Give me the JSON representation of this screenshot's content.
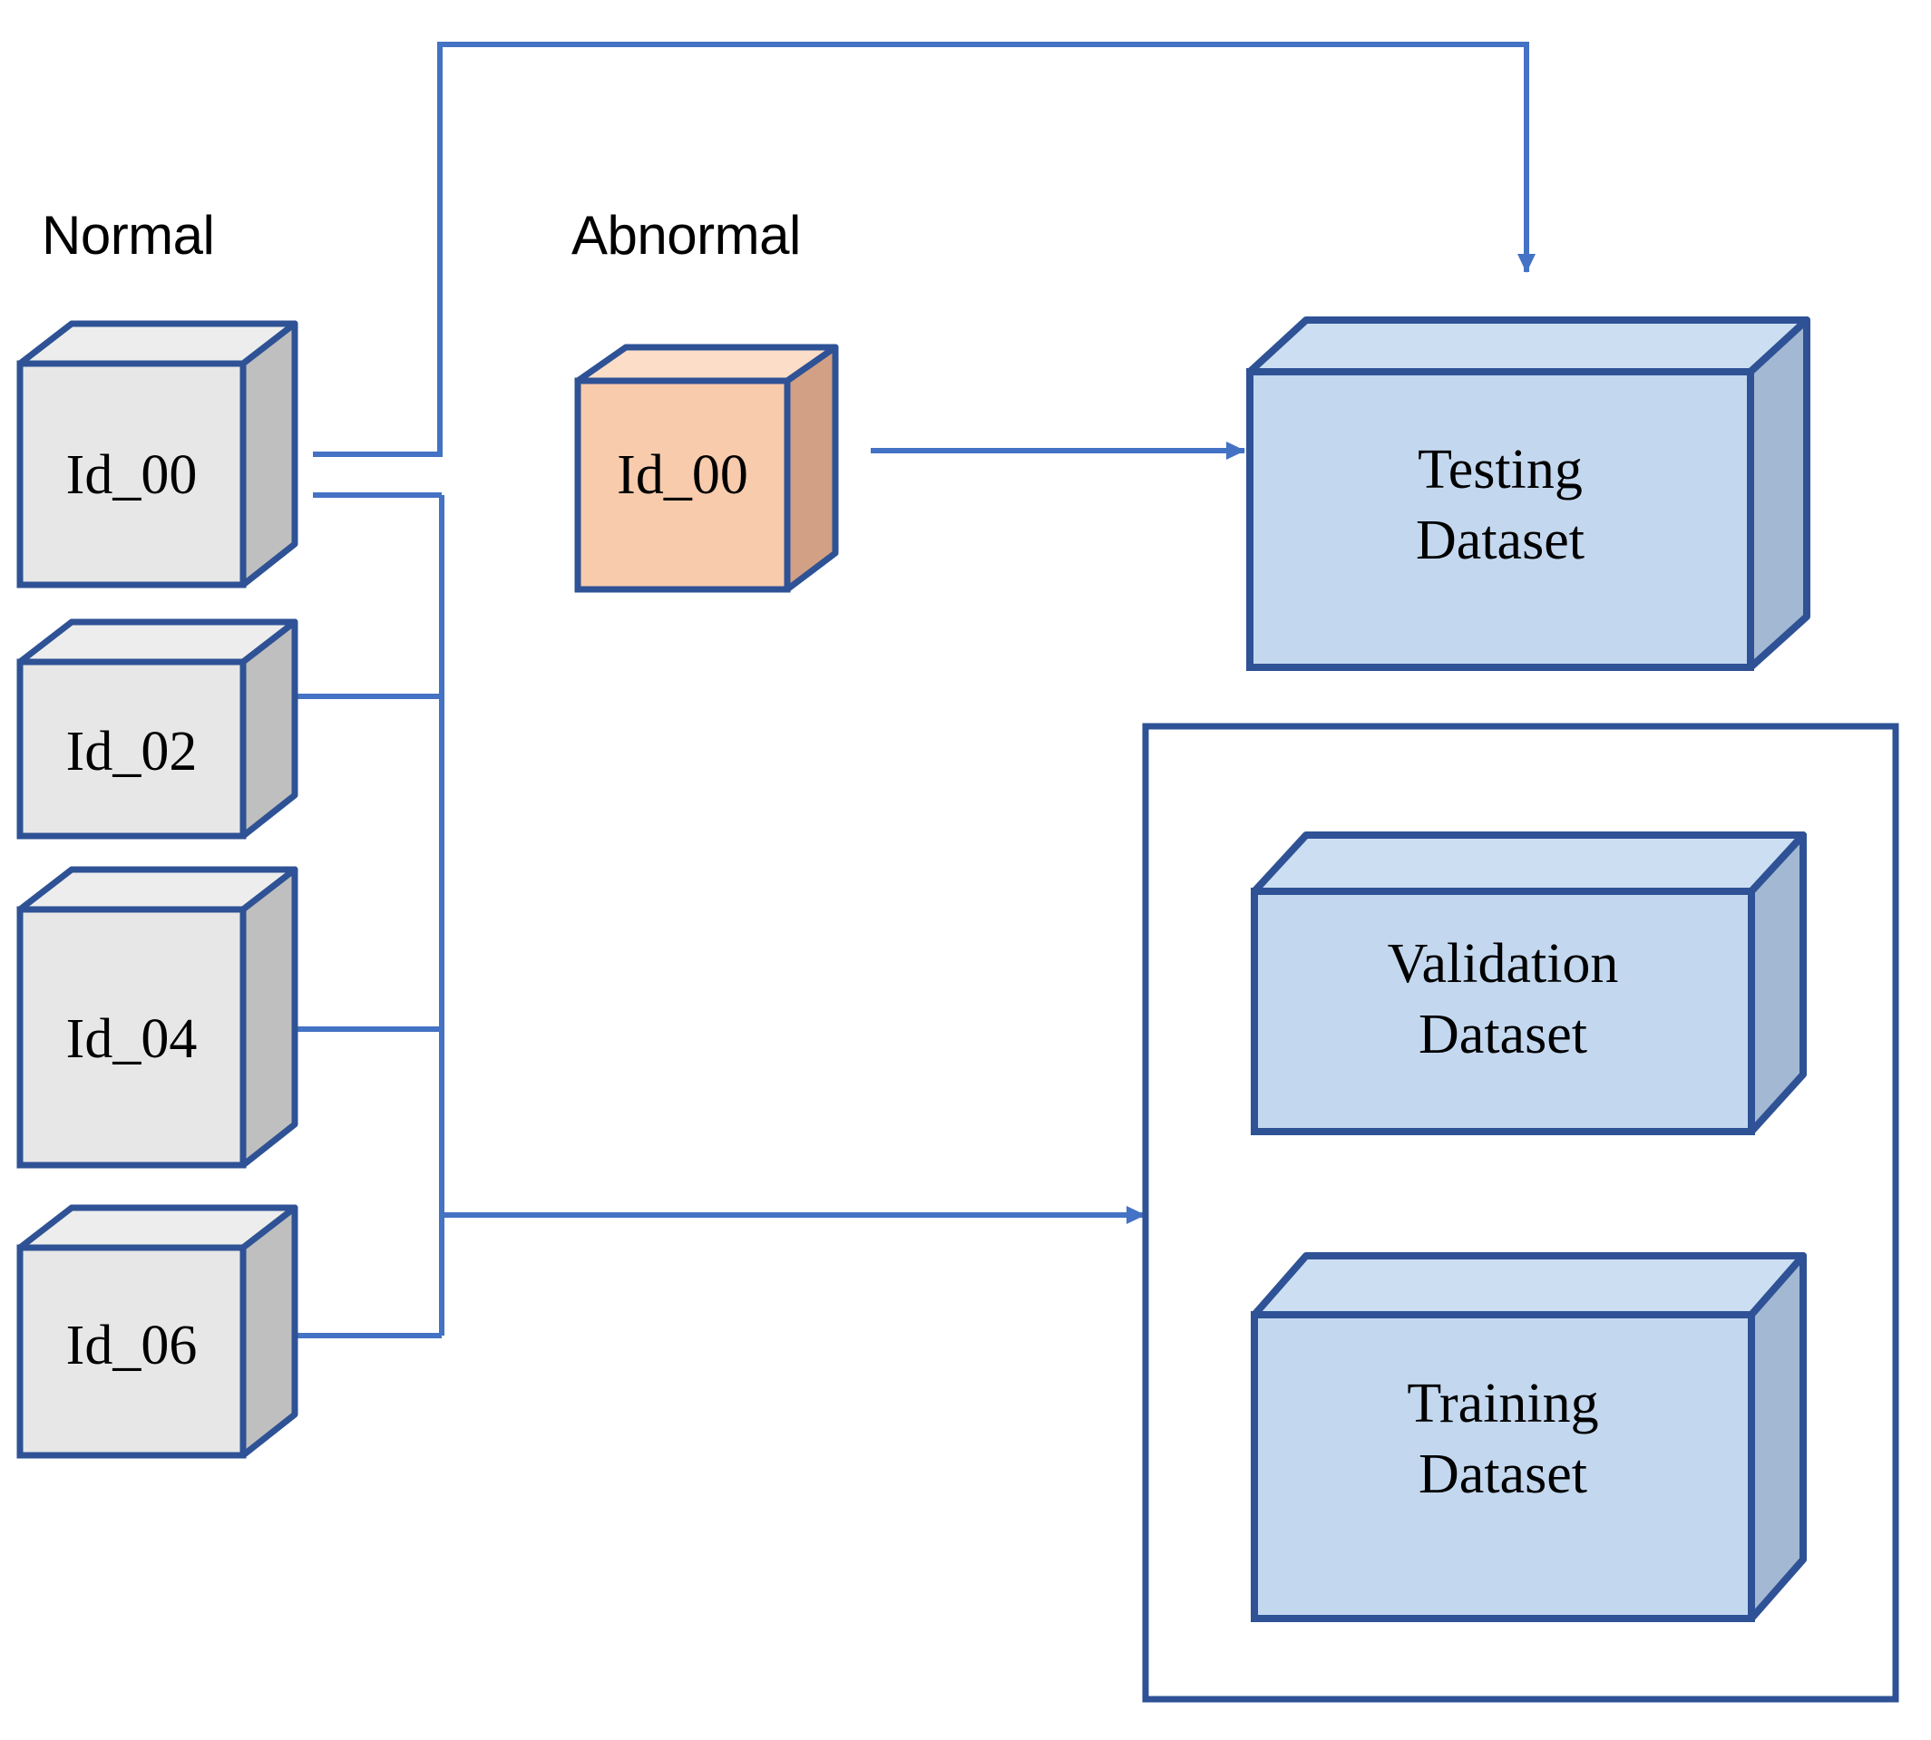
{
  "diagram": {
    "title_normal": "Normal",
    "title_abnormal": "Abnormal",
    "colors": {
      "cube_stroke": "#2E5295",
      "cube_gray_front": "#E7E7E7",
      "cube_gray_side": "#BFBFBF",
      "cube_gray_top": "#EDEDED",
      "cube_orange_front": "#F8CBAD",
      "cube_orange_side": "#D2A085",
      "cube_orange_top": "#FBDDC8",
      "cube_blue_front": "#C3D8EF",
      "cube_blue_side": "#A3B8D2",
      "cube_blue_top": "#CCDEF2",
      "connector_line": "#4472C4",
      "container_stroke": "#2E5295",
      "background": "#FFFFFF"
    },
    "normal_cubes": [
      {
        "label": "Id_00"
      },
      {
        "label": "Id_02"
      },
      {
        "label": "Id_04"
      },
      {
        "label": "Id_06"
      }
    ],
    "abnormal_cubes": [
      {
        "label": "Id_00"
      }
    ],
    "datasets": [
      {
        "label": "Testing\nDataset"
      },
      {
        "label": "Validation\nDataset"
      },
      {
        "label": "Training\nDataset"
      }
    ],
    "connections": [
      {
        "from": "normal.Id_00",
        "to": "testing-dataset",
        "kind": "routed-arrow"
      },
      {
        "from": "abnormal.Id_00",
        "to": "testing-dataset",
        "kind": "straight-arrow"
      },
      {
        "from": "normal.Id_00,Id_02,Id_04,Id_06",
        "to": "train-val-container",
        "kind": "bus-arrow"
      }
    ]
  }
}
